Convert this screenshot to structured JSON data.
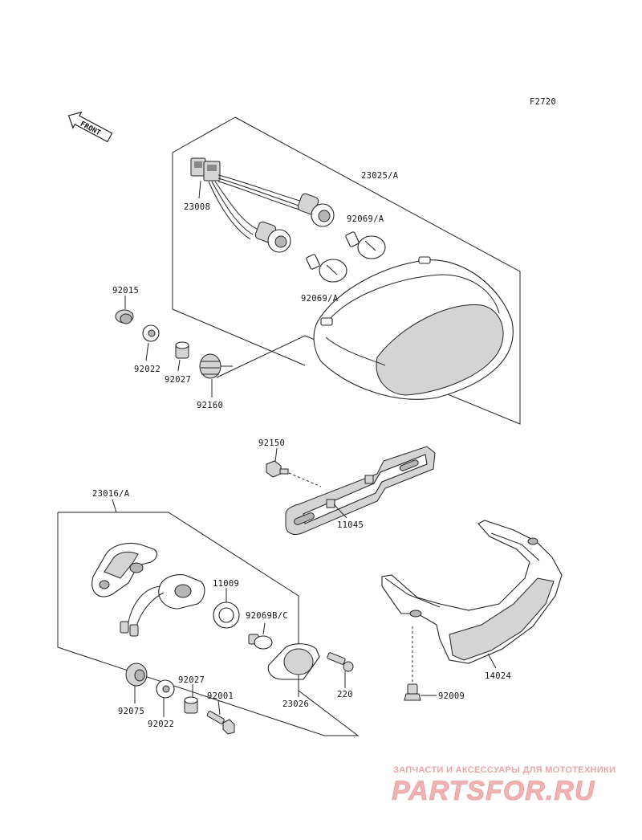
{
  "figure_code": "F2720",
  "front_label": "FRONT",
  "parts": {
    "p23025a": "23025/A",
    "p23008": "23008",
    "p92069a_top": "92069/A",
    "p92069a_bottom": "92069/A",
    "p92015": "92015",
    "p92022_top": "92022",
    "p92027_top": "92027",
    "p92160": "92160",
    "p92150": "92150",
    "p11045": "11045",
    "p23016a": "23016/A",
    "p11009": "11009",
    "p92069bc": "92069B/C",
    "p23026": "23026",
    "p220": "220",
    "p92075": "92075",
    "p92022_bottom": "92022",
    "p92027_bottom": "92027",
    "p92001": "92001",
    "p14024": "14024",
    "p92009": "92009"
  },
  "watermark": {
    "tagline": "ЗАПЧАСТИ И АКСЕССУАРЫ ДЛЯ МОТОТЕХНИКИ",
    "logo": "PARTSFOR.RU"
  }
}
